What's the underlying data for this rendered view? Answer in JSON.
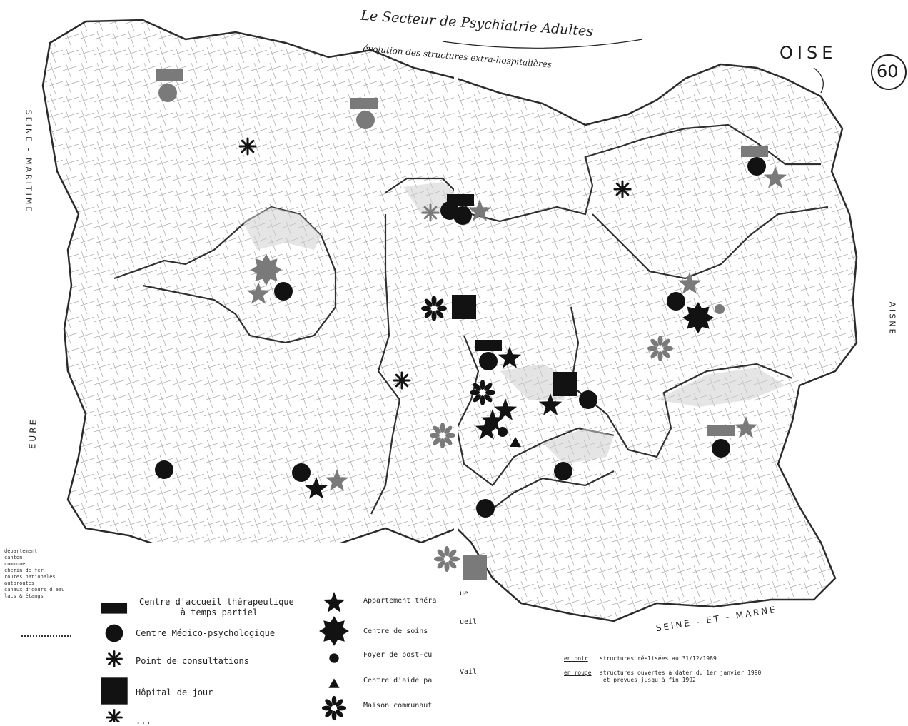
{
  "title": {
    "line1": "Le Secteur de Psychiatrie Adultes",
    "line2": "évolution des structures extra-hospitalières",
    "department": "OISE",
    "number": "60"
  },
  "neighbors": {
    "west_top": "SEINE - MARITIME",
    "west_bottom": "EURE",
    "east": "AISNE",
    "south": "SEINE - ET - MARNE"
  },
  "base_legend": [
    "département",
    "canton",
    "commune",
    "chemin de fer",
    "routes nationales",
    "autoroutes",
    "canaux d'cours d'eau",
    "lacs & étangs"
  ],
  "legend": [
    {
      "symbol": "bar",
      "label": "Centre d'accueil thérapeutique\n à temps partiel"
    },
    {
      "symbol": "circle",
      "label": "Centre Médico-psychologique"
    },
    {
      "symbol": "asterisk",
      "label": "Point de consultations"
    },
    {
      "symbol": "square",
      "label": "Hôpital de jour"
    },
    {
      "symbol": "asterisk",
      "label": "..."
    },
    {
      "symbol": "star",
      "label": "Appartement théra"
    },
    {
      "symbol": "burst",
      "label": "Centre de soins"
    },
    {
      "symbol": "dot",
      "label": "Foyer de post-cu"
    },
    {
      "symbol": "triangle",
      "label": "Centre d'aide pa"
    },
    {
      "symbol": "flower",
      "label": "Maison communaut"
    }
  ],
  "legend_fragments": [
    "ue",
    "ueil",
    "Vail"
  ],
  "color_notes": [
    {
      "key": "en noir",
      "text": "structures réalisées au 31/12/1989"
    },
    {
      "key": "en rouge",
      "text": "structures ouvertes à dater du 1er janvier 1990\n et prévues jusqu'à fin 1992"
    }
  ],
  "colors": {
    "black_structures": "#121212",
    "red_structures": "#7a7a7a",
    "border": "#333333",
    "paper": "#ffffff"
  },
  "markers": [
    {
      "type": "bar",
      "color": "red",
      "at": [
        237,
        105
      ]
    },
    {
      "type": "circle",
      "color": "red",
      "at": [
        235,
        130
      ]
    },
    {
      "type": "bar",
      "color": "red",
      "at": [
        510,
        145
      ]
    },
    {
      "type": "circle",
      "color": "red",
      "at": [
        512,
        168
      ]
    },
    {
      "type": "asterisk",
      "color": "black",
      "at": [
        347,
        205
      ]
    },
    {
      "type": "bar",
      "color": "red",
      "at": [
        1057,
        212
      ]
    },
    {
      "type": "circle",
      "color": "black",
      "at": [
        1060,
        233
      ]
    },
    {
      "type": "star",
      "color": "red",
      "at": [
        1086,
        250
      ]
    },
    {
      "type": "asterisk",
      "color": "black",
      "at": [
        872,
        265
      ]
    },
    {
      "type": "bar",
      "color": "black",
      "at": [
        645,
        280
      ]
    },
    {
      "type": "asterisk",
      "color": "red",
      "at": [
        603,
        298
      ]
    },
    {
      "type": "circle",
      "color": "black",
      "at": [
        630,
        295
      ]
    },
    {
      "type": "circle",
      "color": "black",
      "at": [
        648,
        302
      ]
    },
    {
      "type": "star",
      "color": "red",
      "at": [
        672,
        296
      ]
    },
    {
      "type": "burst",
      "color": "red",
      "at": [
        373,
        378
      ]
    },
    {
      "type": "star",
      "color": "red",
      "at": [
        362,
        412
      ]
    },
    {
      "type": "circle",
      "color": "black",
      "at": [
        397,
        408
      ]
    },
    {
      "type": "star",
      "color": "red",
      "at": [
        966,
        398
      ]
    },
    {
      "type": "circle",
      "color": "black",
      "at": [
        947,
        422
      ]
    },
    {
      "type": "burst",
      "color": "black",
      "at": [
        978,
        445
      ]
    },
    {
      "type": "dot",
      "color": "red",
      "at": [
        1008,
        433
      ]
    },
    {
      "type": "flower",
      "color": "black",
      "at": [
        608,
        432
      ]
    },
    {
      "type": "square",
      "color": "black",
      "at": [
        650,
        430
      ]
    },
    {
      "type": "flower",
      "color": "red",
      "at": [
        925,
        488
      ]
    },
    {
      "type": "bar",
      "color": "black",
      "at": [
        684,
        484
      ]
    },
    {
      "type": "circle",
      "color": "black",
      "at": [
        684,
        506
      ]
    },
    {
      "type": "star",
      "color": "black",
      "at": [
        714,
        502
      ]
    },
    {
      "type": "asterisk",
      "color": "black",
      "at": [
        563,
        533
      ]
    },
    {
      "type": "square",
      "color": "black",
      "at": [
        792,
        538
      ]
    },
    {
      "type": "flower",
      "color": "black",
      "at": [
        676,
        550
      ]
    },
    {
      "type": "circle",
      "color": "black",
      "at": [
        824,
        560
      ]
    },
    {
      "type": "star",
      "color": "black",
      "at": [
        771,
        568
      ]
    },
    {
      "type": "star",
      "color": "black",
      "at": [
        708,
        575
      ]
    },
    {
      "type": "star",
      "color": "black",
      "at": [
        690,
        590
      ]
    },
    {
      "type": "star",
      "color": "black",
      "at": [
        682,
        602
      ]
    },
    {
      "type": "dot",
      "color": "black",
      "at": [
        704,
        605
      ]
    },
    {
      "type": "triangle",
      "color": "black",
      "at": [
        722,
        620
      ]
    },
    {
      "type": "flower",
      "color": "red",
      "at": [
        620,
        610
      ]
    },
    {
      "type": "bar",
      "color": "red",
      "at": [
        1010,
        603
      ]
    },
    {
      "type": "star",
      "color": "red",
      "at": [
        1045,
        600
      ]
    },
    {
      "type": "circle",
      "color": "black",
      "at": [
        1010,
        628
      ]
    },
    {
      "type": "circle",
      "color": "black",
      "at": [
        230,
        658
      ]
    },
    {
      "type": "circle",
      "color": "black",
      "at": [
        422,
        662
      ]
    },
    {
      "type": "star",
      "color": "black",
      "at": [
        443,
        685
      ]
    },
    {
      "type": "star",
      "color": "red",
      "at": [
        472,
        674
      ]
    },
    {
      "type": "circle",
      "color": "black",
      "at": [
        789,
        660
      ]
    },
    {
      "type": "circle",
      "color": "black",
      "at": [
        680,
        712
      ]
    },
    {
      "type": "flower",
      "color": "red",
      "at": [
        626,
        783
      ]
    },
    {
      "type": "square",
      "color": "red",
      "at": [
        665,
        795
      ]
    }
  ]
}
